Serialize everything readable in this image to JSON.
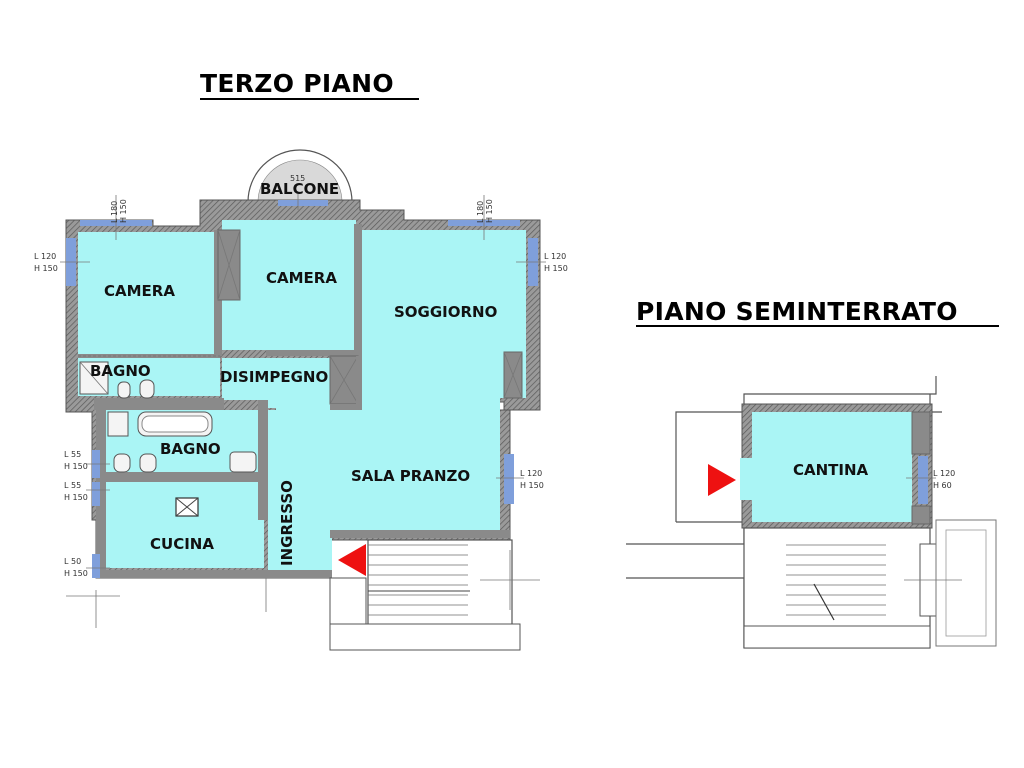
{
  "titles": {
    "terzo_piano": "TERZO PIANO",
    "seminterrato": "PIANO SEMINTERRATO"
  },
  "rooms_terzo": {
    "balcone": "BALCONE",
    "camera_left": "CAMERA",
    "camera_mid": "CAMERA",
    "soggiorno": "SOGGIORNO",
    "bagno_small": "BAGNO",
    "disimpegno": "DISIMPEGNO",
    "bagno_big": "BAGNO",
    "sala_pranzo": "SALA PRANZO",
    "cucina": "CUCINA",
    "ingresso": "INGRESSO"
  },
  "rooms_seminterrato": {
    "cantina": "CANTINA"
  },
  "window_dims": {
    "cam_left_top_l": "L 180",
    "cam_left_top_h": "H 150",
    "soggiorno_top_l": "L 180",
    "soggiorno_top_h": "H 150",
    "cam_left_side_l": "L 120",
    "cam_left_side_h": "H 150",
    "soggiorno_side_l": "L 120",
    "soggiorno_side_h": "H 150",
    "bagno_l": "L 55",
    "bagno_h": "H 150",
    "cucina_top_l": "L 55",
    "cucina_top_h": "H 150",
    "cucina_bot_l": "L 50",
    "cucina_bot_h": "H 150",
    "pranzo_l": "L 120",
    "pranzo_h": "H 150",
    "cantina_l": "L 120",
    "cantina_h": "H 60",
    "balcone_mark": "515"
  },
  "colors": {
    "floor": "#aaf5f5",
    "wall": "#8a8a8a",
    "window": "#7f9fdb",
    "entrance_arrow": "#ee1111"
  },
  "icons": {
    "entrance_terzo": "entrance-arrow-icon",
    "entrance_cantina": "entrance-arrow-icon"
  }
}
